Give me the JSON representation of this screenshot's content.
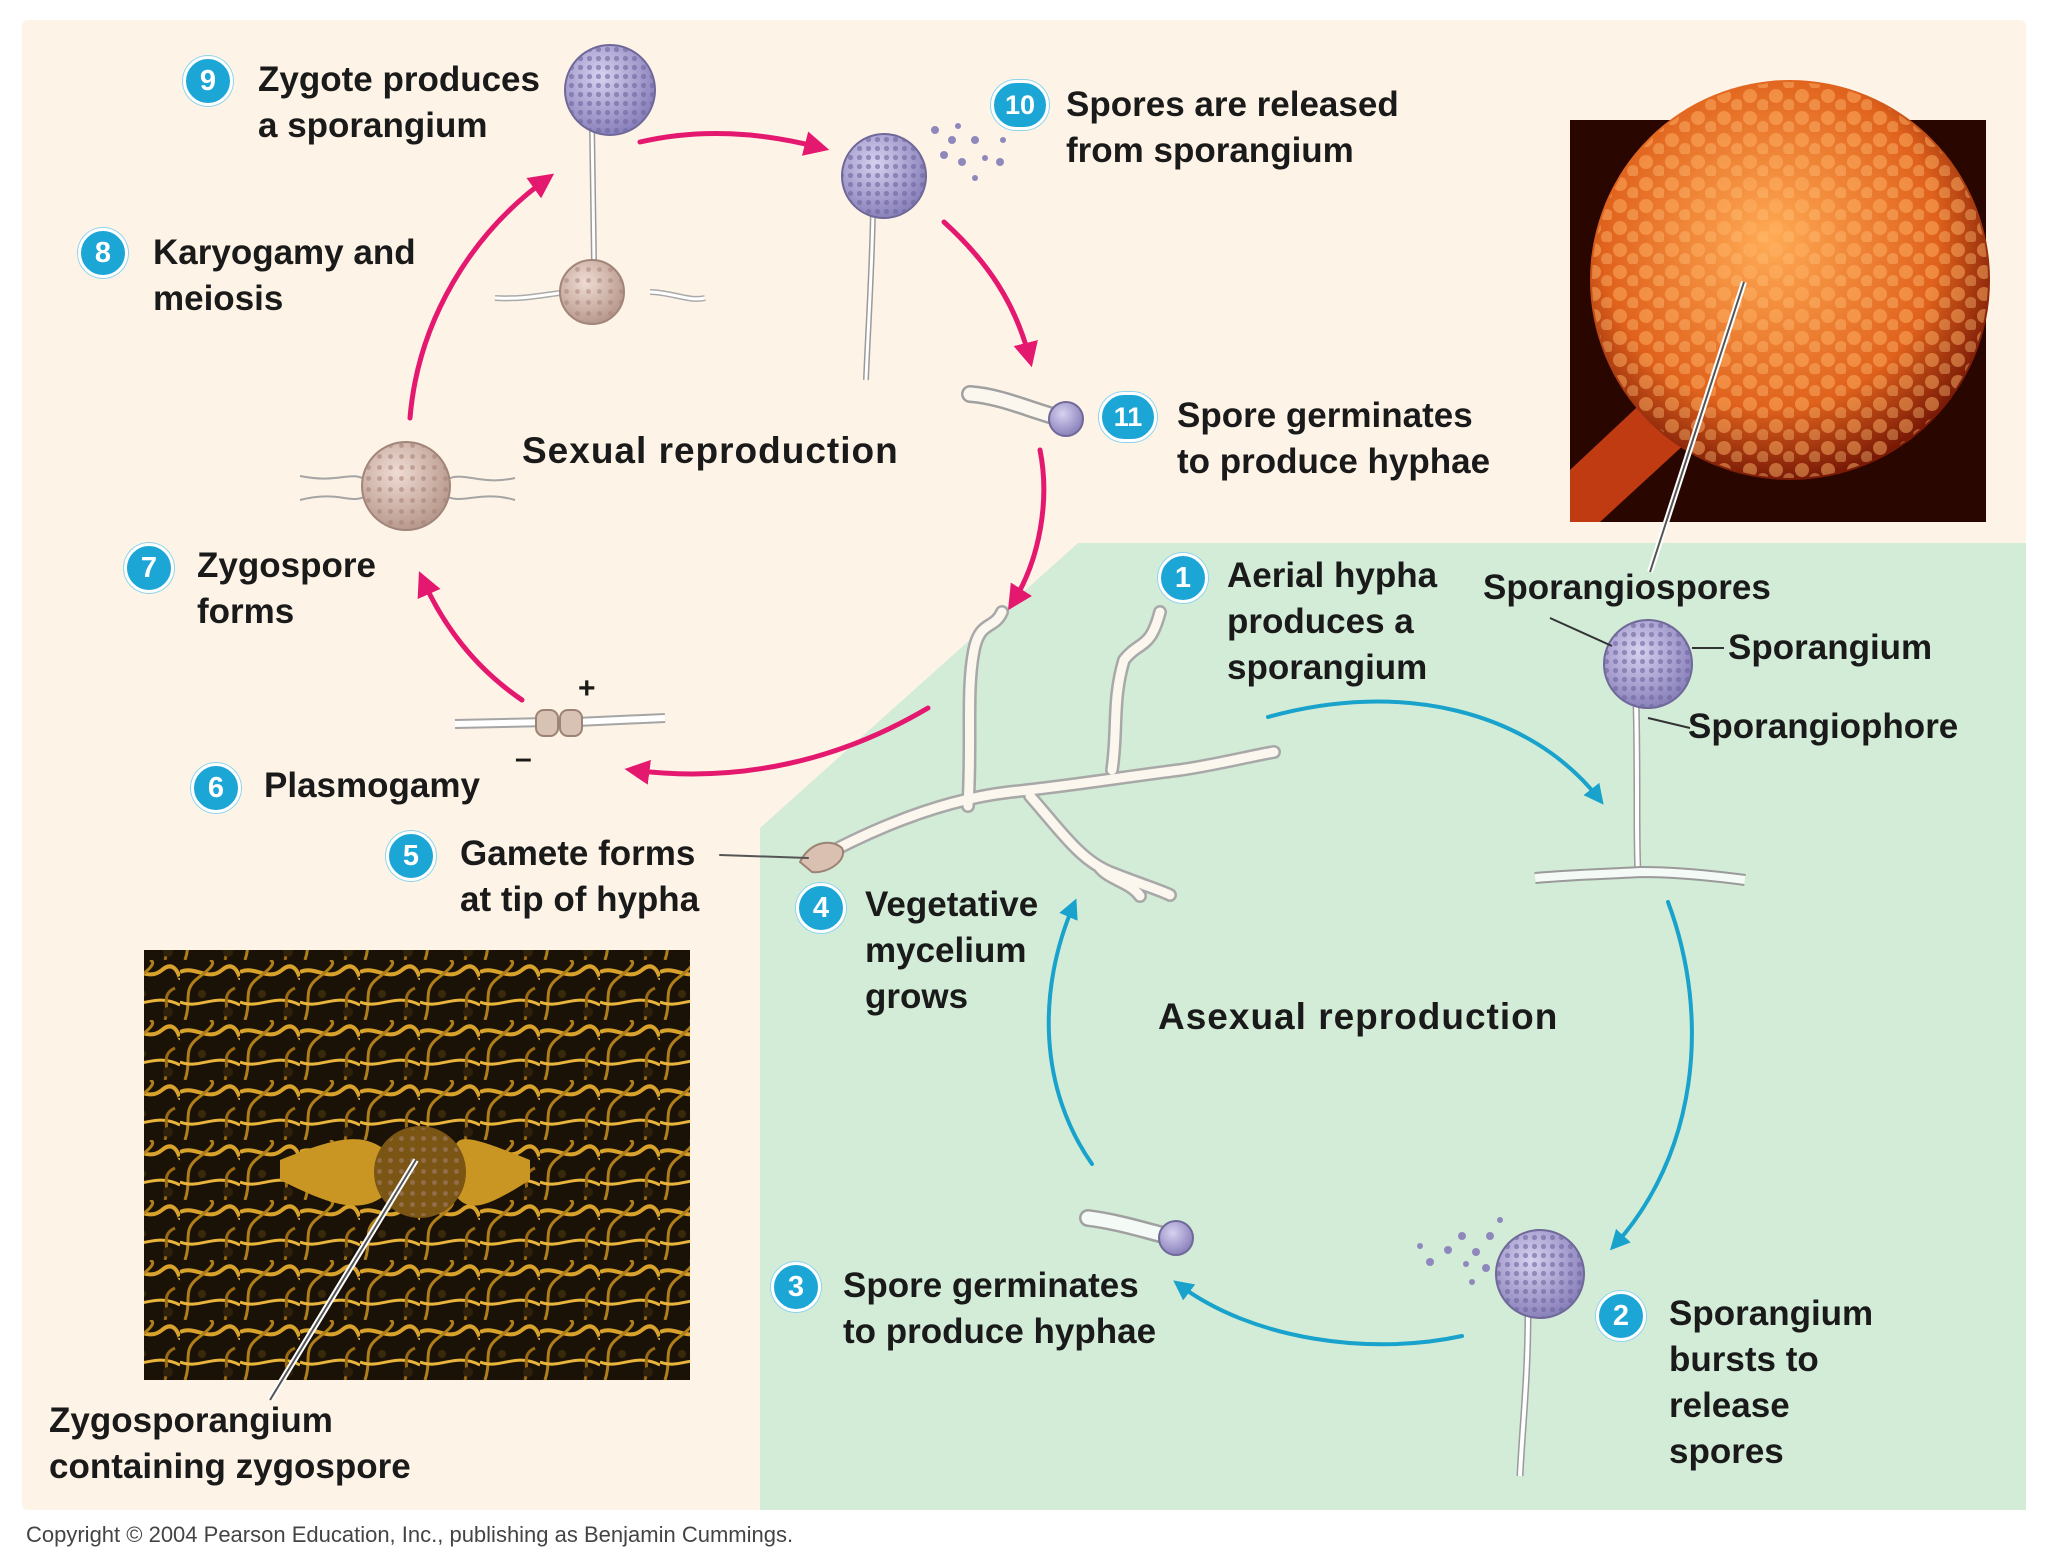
{
  "steps": {
    "s1": {
      "num": "1",
      "text": "Aerial hypha\nproduces a\nsporangium"
    },
    "s2": {
      "num": "2",
      "text": "Sporangium\nbursts to\nrelease\nspores"
    },
    "s3": {
      "num": "3",
      "text": "Spore germinates\nto produce hyphae"
    },
    "s4": {
      "num": "4",
      "text": "Vegetative\nmycelium\ngrows"
    },
    "s5": {
      "num": "5",
      "text": "Gamete forms\nat tip of hypha"
    },
    "s6": {
      "num": "6",
      "text": "Plasmogamy"
    },
    "s7": {
      "num": "7",
      "text": "Zygospore\nforms"
    },
    "s8": {
      "num": "8",
      "text": "Karyogamy and\nmeiosis"
    },
    "s9": {
      "num": "9",
      "text": "Zygote produces\na sporangium"
    },
    "s10": {
      "num": "10",
      "text": "Spores are released\nfrom sporangium"
    },
    "s11": {
      "num": "11",
      "text": "Spore germinates\nto produce hyphae"
    }
  },
  "headings": {
    "sexual": "Sexual reproduction",
    "asexual": "Asexual reproduction"
  },
  "labels": {
    "sporangiospores": "Sporangiospores",
    "sporangium": "Sporangium",
    "sporangiophore": "Sporangiophore",
    "zygosporangium": "Zygosporangium\ncontaining zygospore",
    "plus": "+",
    "minus": "–"
  },
  "copyright": "Copyright © 2004 Pearson Education, Inc., publishing as Benjamin Cummings.",
  "colors": {
    "sexual_bg": "#fdf3e6",
    "asexual_bg": "#d2ecd7",
    "sexual_arrow": "#e5186f",
    "asexual_arrow": "#19a2cc",
    "badge": "#1ba6d6",
    "spore": "#a69fcf",
    "zygospore": "#d9bdb3"
  }
}
